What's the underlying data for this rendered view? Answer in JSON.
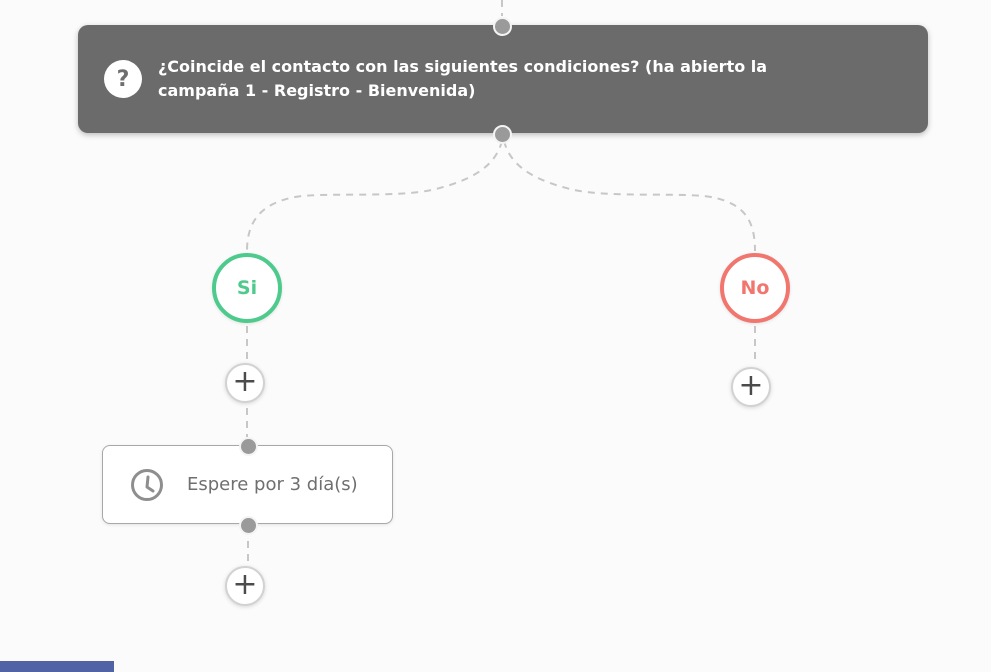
{
  "workflow": {
    "decision": {
      "icon": "?",
      "text_line1": "¿Coincide el contacto con las siguientes condiciones? (ha abierto la",
      "text_line2": "campaña 1 - Registro - Bienvenida)"
    },
    "yes_label": "Si",
    "no_label": "No",
    "wait_label": "Espere por 3 día(s)",
    "plus_label": "+"
  },
  "colors": {
    "canvas_bg": "#fbfbfb",
    "decision_node_bg": "#6b6b6b",
    "yes_accent": "#4fca8d",
    "no_accent": "#f0766e",
    "connector": "#c7c7c7",
    "anchor_dot": "#9a9a9a",
    "blue_bar": "#5063a4"
  }
}
